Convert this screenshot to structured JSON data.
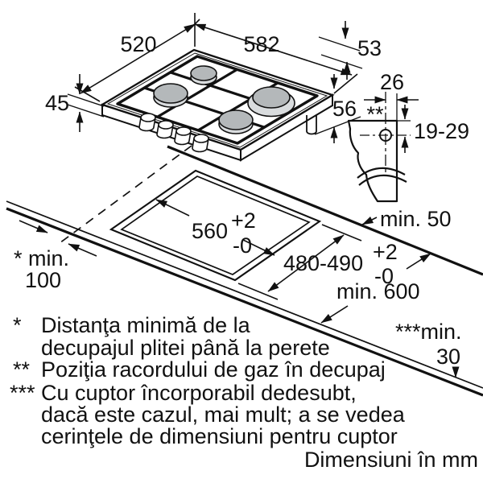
{
  "drawing": {
    "hob": {
      "width_label": "582",
      "depth_label": "520",
      "height_label": "45",
      "grate_height_label": "53",
      "total_height_label": "56"
    },
    "gas_connection": {
      "offset_label": "26",
      "marker": "**",
      "range_label": "19-29"
    },
    "cutout": {
      "width_label": "560",
      "width_tol_plus": "+2",
      "width_tol_minus": "-0",
      "depth_label": "480-490",
      "depth_tol_plus": "+2",
      "depth_tol_minus": "-0"
    },
    "clearances": {
      "rear_label": "min. 50",
      "side_label": "* min.",
      "side_value": "100",
      "depth_label": "min. 600",
      "thickness_label": "***min.",
      "thickness_value": "30"
    }
  },
  "footnotes": [
    {
      "marker": "*",
      "lines": [
        "Distanţa minimă de la",
        "decupajul plitei până la perete"
      ]
    },
    {
      "marker": "**",
      "lines": [
        "Poziţia racordului de gaz în decupaj"
      ]
    },
    {
      "marker": "***",
      "lines": [
        "Cu cuptor încorporabil dedesubt,",
        "dacă este cazul, mai mult; a se vedea",
        "cerinţele de dimensiuni pentru cuptor"
      ]
    }
  ],
  "units_note": "Dimensiuni în mm"
}
